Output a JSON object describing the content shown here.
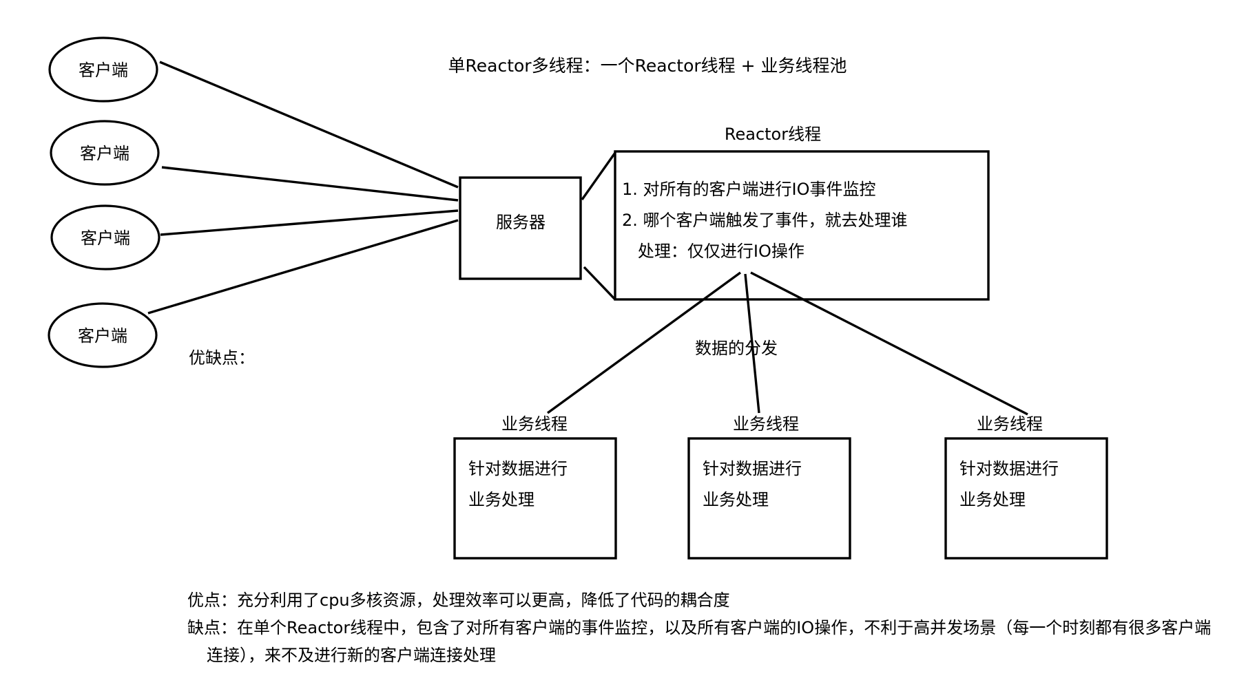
{
  "diagram": {
    "title": "单Reactor多线程：一个Reactor线程 + 业务线程池",
    "clients": [
      {
        "label": "客户端"
      },
      {
        "label": "客户端"
      },
      {
        "label": "客户端"
      },
      {
        "label": "客户端"
      }
    ],
    "server": {
      "label": "服务器"
    },
    "reactor": {
      "title": "Reactor线程",
      "lines": [
        "1. 对所有的客户端进行IO事件监控",
        "2. 哪个客户端触发了事件，就去处理谁",
        "   处理：仅仅进行IO操作"
      ]
    },
    "dispatch_label": "数据的分发",
    "proscons_heading": "优缺点：",
    "worker_title": "业务线程",
    "workers": [
      {
        "title": "业务线程",
        "lines": [
          "针对数据进行",
          "业务处理"
        ]
      },
      {
        "title": "业务线程",
        "lines": [
          "针对数据进行",
          "业务处理"
        ]
      },
      {
        "title": "业务线程",
        "lines": [
          "针对数据进行",
          "业务处理"
        ]
      }
    ],
    "footer": {
      "pros": "优点：充分利用了cpu多核资源，处理效率可以更高，降低了代码的耦合度",
      "cons_line1": "缺点：在单个Reactor线程中，包含了对所有客户端的事件监控，以及所有客户端的IO操作，不利于高并发场景（每一个时刻都有很多客户端",
      "cons_line2": "连接），来不及进行新的客户端连接处理"
    },
    "colors": {
      "stroke": "#000000",
      "text": "#000000",
      "background": "#ffffff"
    }
  }
}
